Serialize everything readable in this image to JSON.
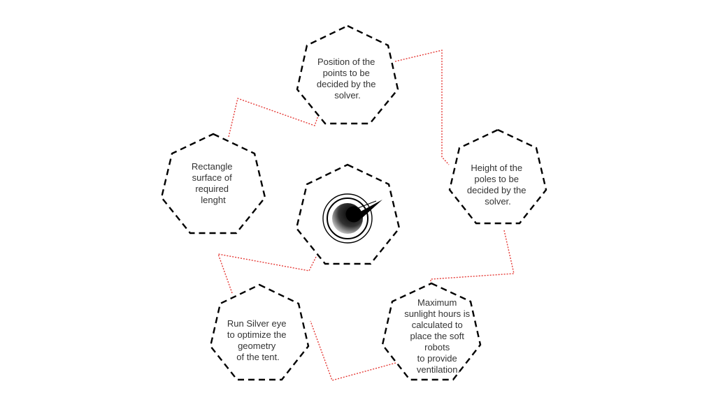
{
  "colors": {
    "outline": "#000000",
    "connector": "#e53935",
    "text": "#333333",
    "background": "#ffffff"
  },
  "center": {
    "icon": "grasshopper-icon"
  },
  "nodes": [
    {
      "id": "points",
      "lines": [
        "Position of the",
        "points to be",
        "decided by the",
        "solver."
      ]
    },
    {
      "id": "poles",
      "lines": [
        "Height of the",
        "poles to be",
        "decided by the",
        "solver."
      ]
    },
    {
      "id": "sunlight",
      "lines": [
        "Maximum",
        "sunlight hours is",
        "calculated to",
        "place the soft",
        "robots",
        "to provide",
        "ventilation."
      ]
    },
    {
      "id": "silvereye",
      "lines": [
        "Run Silver eye",
        "to optimize the",
        "geometry",
        "of the tent."
      ]
    },
    {
      "id": "rectangle",
      "lines": [
        "Rectangle",
        "surface of",
        "required",
        "lenght"
      ]
    }
  ]
}
